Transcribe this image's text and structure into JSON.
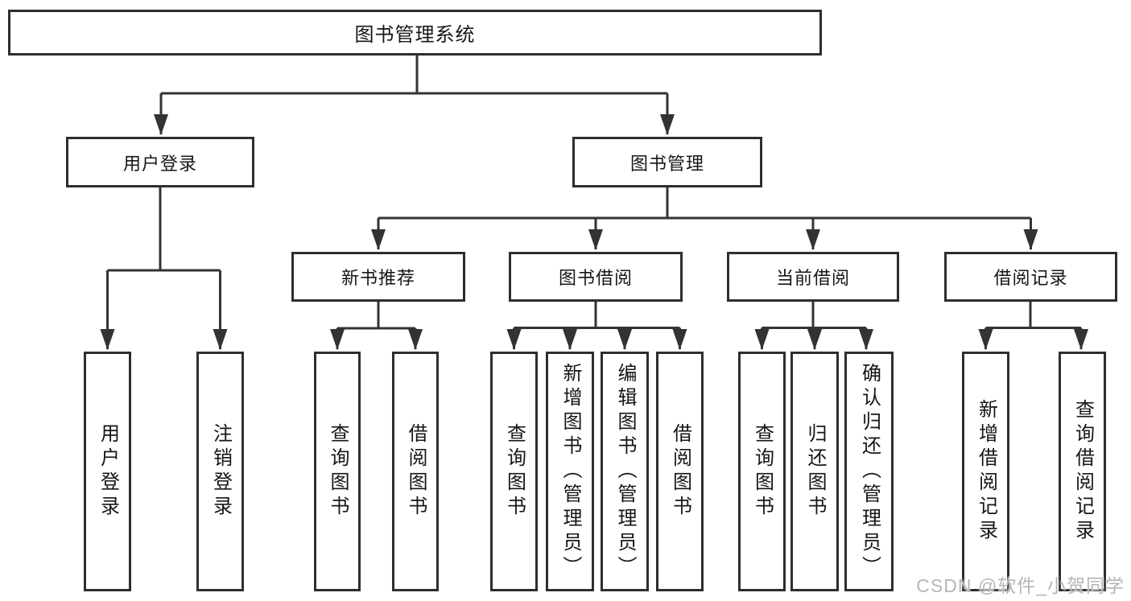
{
  "tree": {
    "label": "图书管理系统",
    "children": [
      {
        "label": "用户登录",
        "children": [
          {
            "label": "用户登录"
          },
          {
            "label": "注销登录"
          }
        ]
      },
      {
        "label": "图书管理",
        "children": [
          {
            "label": "新书推荐",
            "children": [
              {
                "label": "查询图书"
              },
              {
                "label": "借阅图书"
              }
            ]
          },
          {
            "label": "图书借阅",
            "children": [
              {
                "label": "查询图书"
              },
              {
                "label": "新增图书（管理员）"
              },
              {
                "label": "编辑图书（管理员）"
              },
              {
                "label": "借阅图书"
              }
            ]
          },
          {
            "label": "当前借阅",
            "children": [
              {
                "label": "查询图书"
              },
              {
                "label": "归还图书"
              },
              {
                "label": "确认归还（管理员）"
              }
            ]
          },
          {
            "label": "借阅记录",
            "children": [
              {
                "label": "新增借阅记录"
              },
              {
                "label": "查询借阅记录"
              }
            ]
          }
        ]
      }
    ]
  },
  "watermark": "CSDN @软件_小贺同学",
  "colors": {
    "line": "#333333",
    "box_border": "#2e2e2e",
    "text": "#161616",
    "bg": "#ffffff",
    "watermark": "#b5b5b5"
  }
}
